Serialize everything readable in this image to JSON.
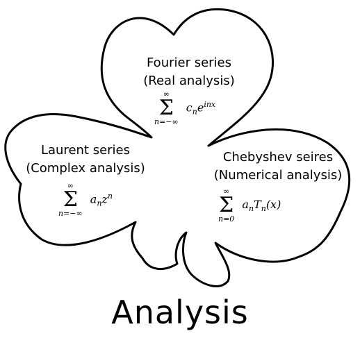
{
  "leaves": {
    "top": {
      "line1": "Fourier series",
      "line2": "(Real analysis)",
      "formula": {
        "upper": "∞",
        "lower": "n=−∞",
        "term_base": "c",
        "term_sub": "n",
        "term_exp": "e",
        "term_sup": "inx"
      }
    },
    "left": {
      "line1": "Laurent series",
      "line2": "(Complex analysis)",
      "formula": {
        "upper": "∞",
        "lower": "n=−∞",
        "term_base": "a",
        "term_sub": "n",
        "term_var": "z",
        "term_sup": "n"
      }
    },
    "right": {
      "line1": "Chebyshev seires",
      "line2": "(Numerical analysis)",
      "formula": {
        "upper": "∞",
        "lower": "n=0",
        "term_base": "a",
        "term_sub": "n",
        "term_func": "T",
        "term_func_sub": "n",
        "term_arg": "(x)"
      }
    }
  },
  "title": "Analysis"
}
